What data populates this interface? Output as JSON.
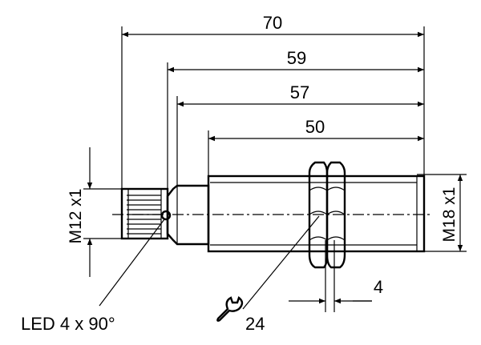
{
  "dimensions": {
    "overall_length": "70",
    "length_59": "59",
    "length_57": "57",
    "thread_length": "50",
    "nut_thickness": "4"
  },
  "labels": {
    "connector_thread": "M12 x1",
    "body_thread": "M18 x1",
    "led": "LED 4 x 90°",
    "wrench_size": "24"
  },
  "icons": {
    "wrench": "wrench-icon"
  }
}
